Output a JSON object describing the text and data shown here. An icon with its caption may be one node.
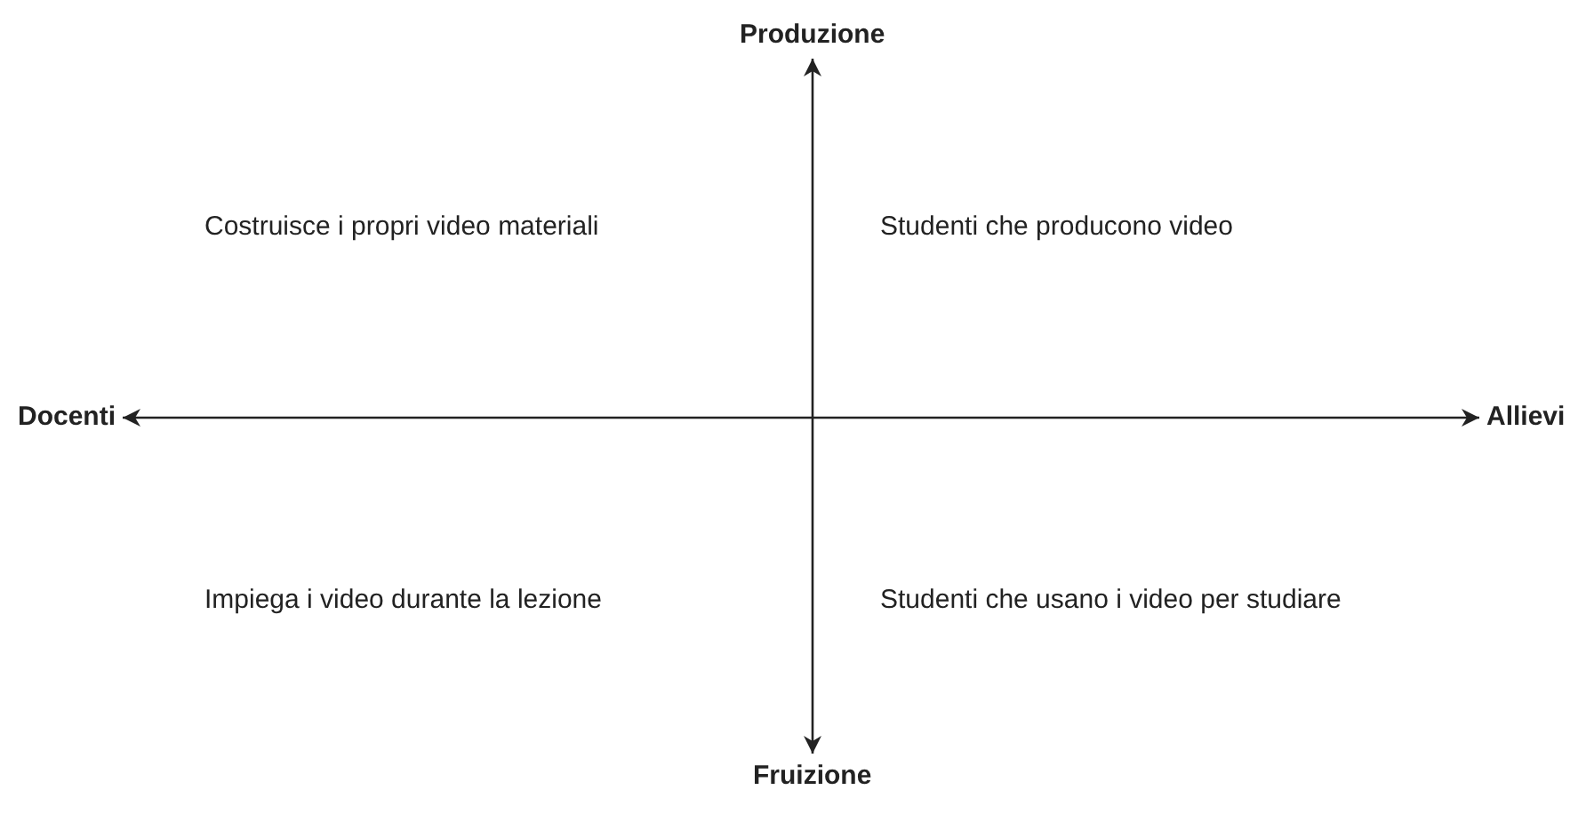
{
  "diagram": {
    "nodes": [
      {
        "text": [
          "Produzione"
        ]
      },
      {
        "text": [
          "Docenti"
        ]
      },
      {
        "text": [
          "Allievi"
        ]
      },
      {
        "text": [
          "Fruizione"
        ]
      }
    ],
    "edges": [
      {
        "from": 1,
        "to": 2,
        "arrow": "both"
      },
      {
        "from": 0,
        "to": 3,
        "arrow": "both"
      }
    ],
    "labels": [
      "Costruisce i propri video materiali",
      "Studenti che producono video",
      "Impiega i video durante la lezione",
      "Studenti che usano i video per studiare"
    ]
  }
}
